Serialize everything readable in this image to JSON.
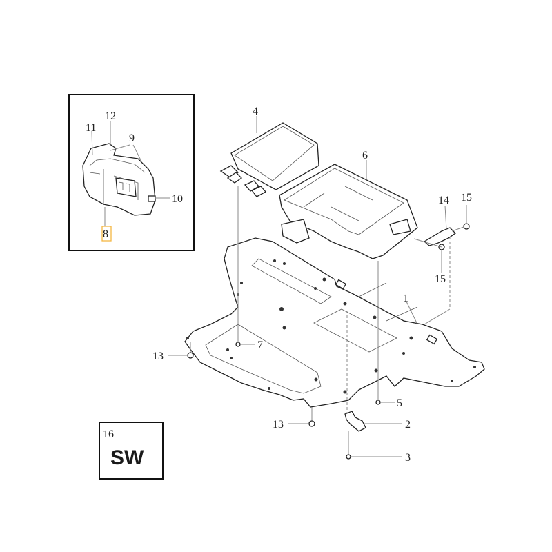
{
  "diagram": {
    "type": "exploded-parts-diagram",
    "inset": {
      "callouts": [
        {
          "id": "8",
          "label": "8",
          "highlighted": true
        },
        {
          "id": "9",
          "label": "9"
        },
        {
          "id": "10",
          "label": "10"
        },
        {
          "id": "11",
          "label": "11"
        },
        {
          "id": "12",
          "label": "12"
        }
      ]
    },
    "callouts": [
      {
        "id": "1",
        "label": "1"
      },
      {
        "id": "2",
        "label": "2"
      },
      {
        "id": "3",
        "label": "3"
      },
      {
        "id": "4",
        "label": "4"
      },
      {
        "id": "5",
        "label": "5"
      },
      {
        "id": "6",
        "label": "6"
      },
      {
        "id": "7",
        "label": "7"
      },
      {
        "id": "13a",
        "label": "13"
      },
      {
        "id": "13b",
        "label": "13"
      },
      {
        "id": "14",
        "label": "14"
      },
      {
        "id": "15a",
        "label": "15"
      },
      {
        "id": "15b",
        "label": "15"
      }
    ],
    "badge": {
      "number": "16",
      "code": "SW"
    },
    "colors": {
      "highlight": "#f5b642",
      "line": "#222222",
      "leader": "#888888"
    }
  }
}
